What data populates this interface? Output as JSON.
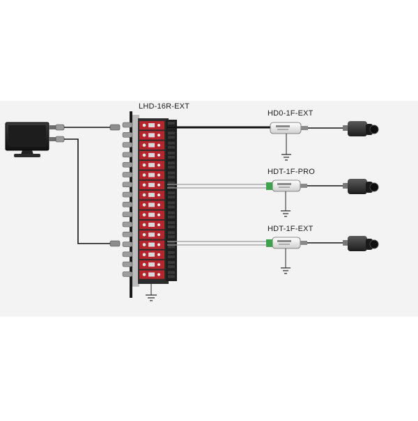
{
  "labels": {
    "rack": "LHD-16R-EXT",
    "unit1": "HD0-1F-EXT",
    "unit2": "HDT-1F-PRO",
    "unit3": "HDT-1F-EXT"
  },
  "icons": {
    "monitor": "monitor-icon",
    "camera": "cctv-camera-icon",
    "ground": "ground-symbol-icon"
  },
  "colors": {
    "rack_body": "#2a2a2a",
    "module_red": "#b3262d",
    "cable_black": "#111111",
    "twisted_pair": "#9a9a9a",
    "terminal_green": "#3fa34d",
    "background_band": "#f2f2f2"
  },
  "rack": {
    "port_count": 16
  }
}
